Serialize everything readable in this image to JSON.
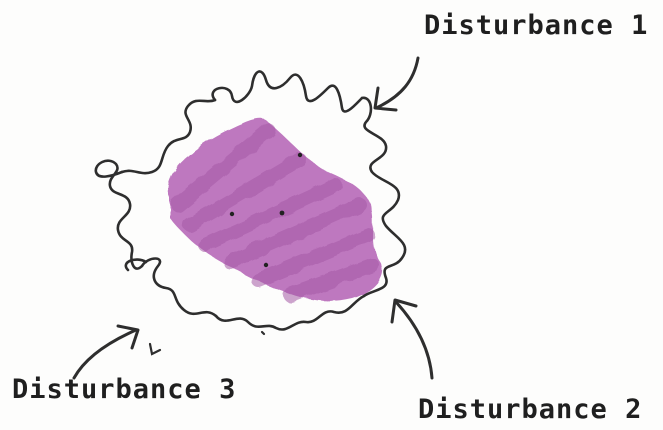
{
  "diagram": {
    "labels": {
      "disturbance_1": "Disturbance 1",
      "disturbance_2": "Disturbance 2",
      "disturbance_3": "Disturbance 3"
    },
    "colors": {
      "blob": "#b96cba",
      "blob_dark": "#a55aa6",
      "ink": "#2b2b2b"
    },
    "icons": [
      "squiggle-boundary",
      "arrow-icon",
      "particle-dot"
    ]
  }
}
